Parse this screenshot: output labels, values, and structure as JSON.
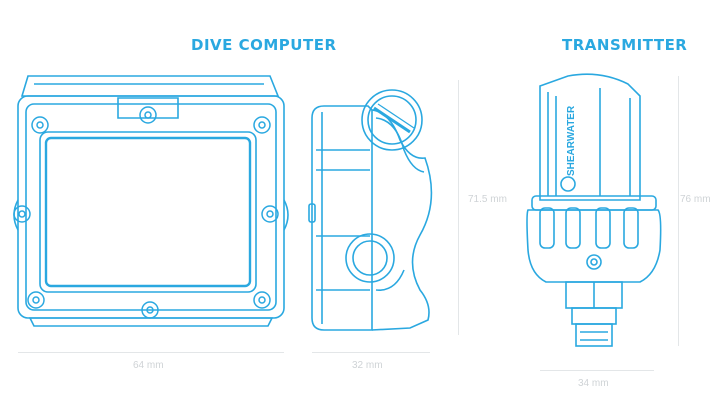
{
  "titles": {
    "dive_computer": "DIVE COMPUTER",
    "transmitter": "TRANSMITTER"
  },
  "dimensions": {
    "front_width": "64 mm",
    "side_width": "32 mm",
    "side_height": "71.5 mm",
    "transmitter_width": "34 mm",
    "transmitter_height": "76 mm"
  },
  "brand_text": "SHEARWATER",
  "colors": {
    "line": "#2aa8e0",
    "dimension": "#cfd3d6",
    "background": "#ffffff"
  }
}
